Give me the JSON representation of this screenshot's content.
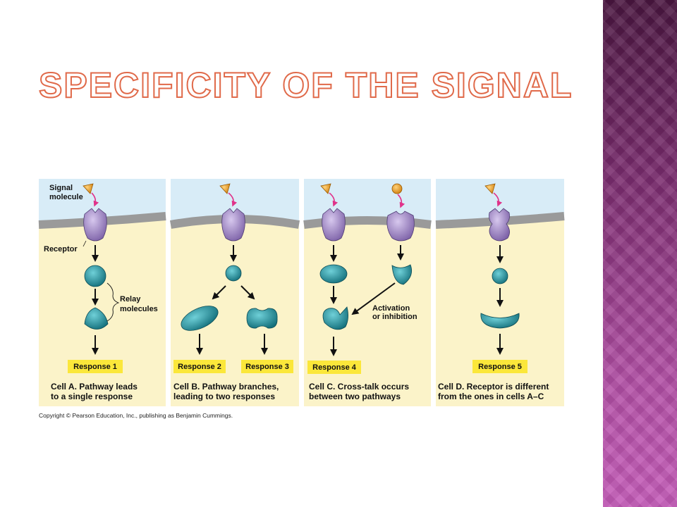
{
  "slide": {
    "title": "Specificity of the Signal"
  },
  "figure": {
    "labels": {
      "signal_molecule_1": "Signal",
      "signal_molecule_2": "molecule",
      "receptor": "Receptor",
      "relay_1": "Relay",
      "relay_2": "molecules",
      "activation_1": "Activation",
      "activation_2": "or inhibition"
    },
    "responses": [
      "Response 1",
      "Response 2",
      "Response 3",
      "Response 4",
      "Response 5"
    ],
    "captions": {
      "cell_a": {
        "bold": "Cell A.",
        "line1": " Pathway leads",
        "line2": "to a single response"
      },
      "cell_b": {
        "bold": "Cell B.",
        "line1": " Pathway branches,",
        "line2": "leading to two responses"
      },
      "cell_c": {
        "bold": "Cell C.",
        "line1": " Cross-talk occurs",
        "line2": "between two pathways"
      },
      "cell_d": {
        "bold": "Cell D.",
        "line1": " Receptor is different",
        "line2": "from the ones in cells A–C"
      }
    },
    "copyright": "Copyright © Pearson Education, Inc., publishing as Benjamin Cummings.",
    "colors": {
      "extracellular": "#d8ecf7",
      "cytoplasm": "#fbf3c9",
      "membrane": "#9a9a9a",
      "receptor": "#a48ac8",
      "relay": "#2a9aa6",
      "signal": "#f0a41c",
      "response_box": "#fbe73a",
      "arrow_pink": "#e0338a"
    }
  }
}
